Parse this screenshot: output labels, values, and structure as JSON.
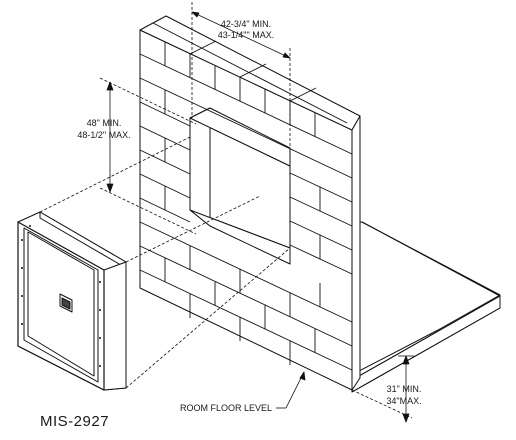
{
  "diagram": {
    "model_number": "MIS-2927",
    "dimensions": {
      "width": {
        "min": "42-3/4\" MIN.",
        "max": "43-1/4\"\" MAX."
      },
      "height": {
        "min": "48\" MIN.",
        "max": "48-1/2\" MAX."
      },
      "floor_offset": {
        "min": "31\" MIN.",
        "max": "34\"MAX."
      }
    },
    "floor_label": "ROOM FLOOR LEVEL"
  }
}
